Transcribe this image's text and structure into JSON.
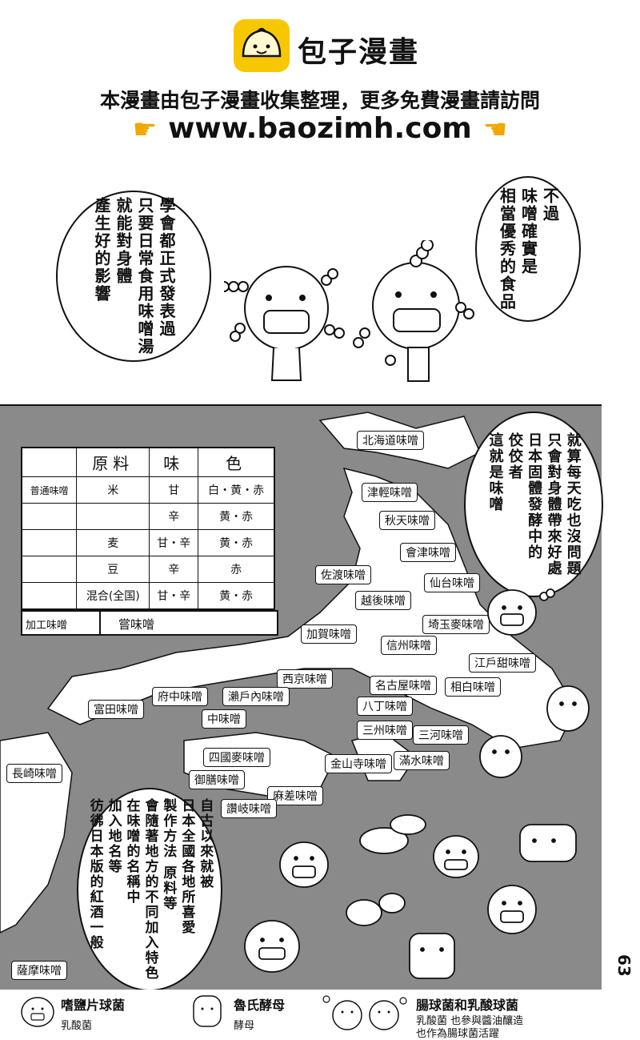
{
  "header": {
    "brand": "包子漫畫",
    "notice": "本漫畫由包子漫畫收集整理，更多免費漫畫請訪問",
    "url": "www.baozimh.com",
    "colors": {
      "logo": "#f7c800",
      "hand": "#f0a800"
    }
  },
  "bubbles": {
    "left": "學會都正式發表過\n只要日常食用味噌湯\n就能對身體\n產生好的影響",
    "right": "不過\n味噌確實是\n相當優秀的食品",
    "map": "就算每天吃也沒問題\n只會對身體帶來好處\n日本固體發酵中的\n佼佼者\n這就是味噌",
    "bottom": "自古以來就被\n日本全國各地所喜愛\n製作方法 原料等\n會隨著地方的不同加入特色\n在味噌的名稱中\n加入地名等\n彷彿日本版的紅酒一般"
  },
  "legend": {
    "headers": [
      "原料",
      "味",
      "色"
    ],
    "rows": [
      {
        "cat": "普通味噌",
        "material": "米",
        "taste": "甘",
        "color": "白・黄・赤"
      },
      {
        "cat": "",
        "material": "",
        "taste": "辛",
        "color": "黄・赤"
      },
      {
        "cat": "",
        "material": "麦",
        "taste": "甘・辛",
        "color": "黄・赤"
      },
      {
        "cat": "",
        "material": "豆",
        "taste": "辛",
        "color": "赤"
      },
      {
        "cat": "",
        "material": "混合(全国)",
        "taste": "甘・辛",
        "color": "黄・赤"
      }
    ],
    "processed_label": "加工味噌",
    "processed_value": "嘗味噌"
  },
  "map_labels": [
    "北海道味噌",
    "津輕味噌",
    "秋天味噌",
    "會津味噌",
    "佐渡味噌",
    "仙台味噌",
    "越後味噌",
    "埼玉麥味噌",
    "加賀味噌",
    "信州味噌",
    "江戶甜味噌",
    "西京味噌",
    "名古屋味噌",
    "相白味噌",
    "府中味噌",
    "瀨戶內味噌",
    "八丁味噌",
    "富田味噌",
    "中味噌",
    "三州味噌",
    "三河味噌",
    "長崎味噌",
    "四國麥味噌",
    "金山寺味噌",
    "滿水味噌",
    "御膳味噌",
    "麻差味噌",
    "讚岐味噌",
    "薩摩味噌"
  ],
  "page_number": "63",
  "footer": {
    "item1": {
      "name": "嗜鹽片球菌",
      "sub": "乳酸菌"
    },
    "item2": {
      "name": "魯氏酵母",
      "sub": "酵母"
    },
    "item3": {
      "name": "腸球菌和乳酸球菌",
      "sub": "乳酸菌 也參與醬油釀造",
      "sub2": "也作為腸球菌活躍"
    }
  }
}
